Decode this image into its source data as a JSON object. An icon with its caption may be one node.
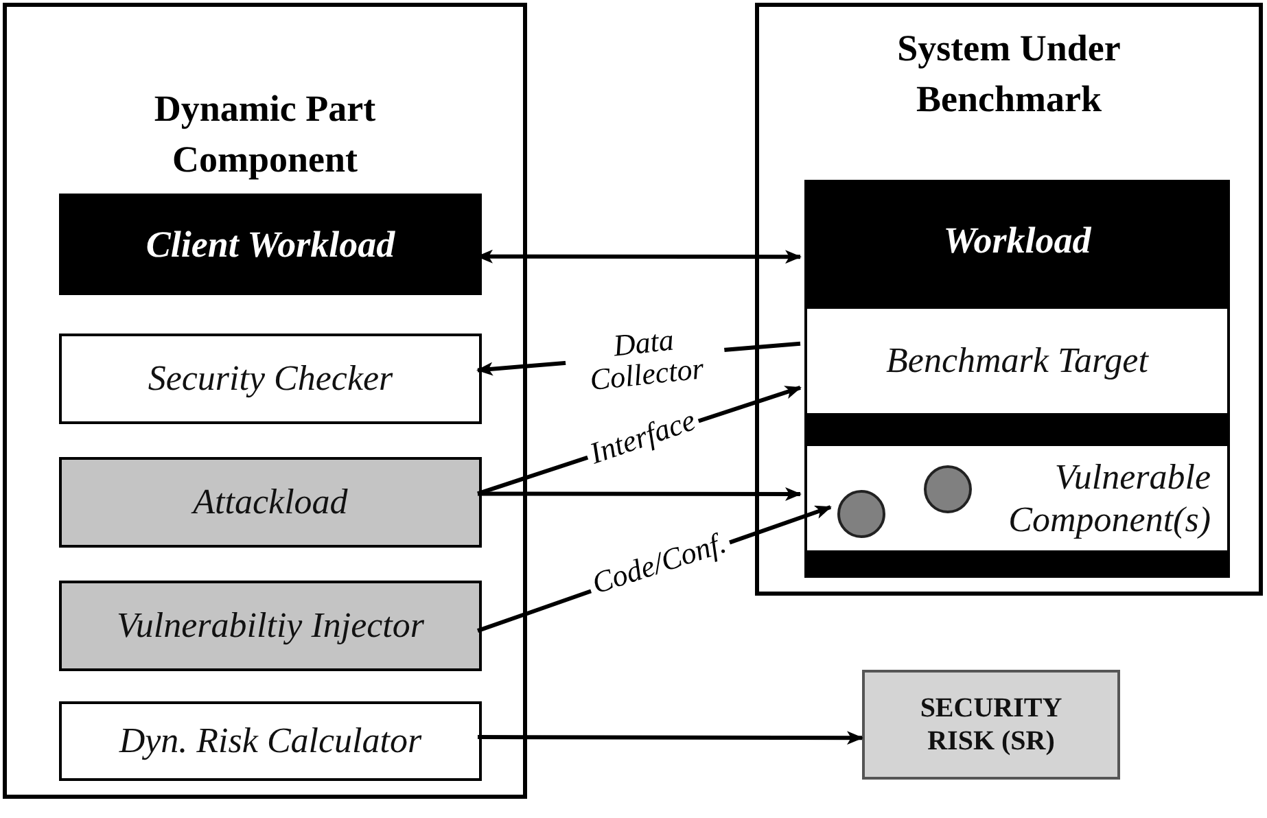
{
  "diagram": {
    "nodes": [
      {
        "text": [
          "Dynamic Part Component"
        ]
      },
      {
        "text": [
          "Client Workload"
        ],
        "in": 0
      },
      {
        "text": [
          "Security Checker"
        ],
        "in": 0
      },
      {
        "text": [
          "Attackload"
        ],
        "in": 0
      },
      {
        "text": [
          "Vulnerabiltiy Injector"
        ],
        "in": 0
      },
      {
        "text": [
          "Dyn. Risk Calculator"
        ],
        "in": 0
      },
      {
        "text": [
          "System Under Benchmark"
        ]
      },
      {
        "text": [
          "Workload"
        ],
        "in": 6
      },
      {
        "text": [
          "Benchmark Target"
        ],
        "in": 7
      },
      {
        "text": [
          "Vulnerable Component(s)"
        ],
        "in": 7
      },
      {
        "text": [],
        "shape": "circle",
        "in": 9
      },
      {
        "text": [],
        "shape": "circle",
        "in": 9
      },
      {
        "text": [
          "SECURITY RISK (SR)"
        ]
      }
    ],
    "edges": [
      {
        "from": 1,
        "to": 7,
        "arrow": "both"
      },
      {
        "from": 8,
        "to": 2,
        "arrow": "to",
        "label": "Data Collector"
      },
      {
        "from": 3,
        "to": 8,
        "arrow": "to",
        "label": "Interface"
      },
      {
        "from": 3,
        "to": 9,
        "arrow": "to"
      },
      {
        "from": 4,
        "to": 10,
        "arrow": "to",
        "label": "Code/Conf."
      },
      {
        "from": 5,
        "to": 12,
        "arrow": "to"
      }
    ]
  }
}
